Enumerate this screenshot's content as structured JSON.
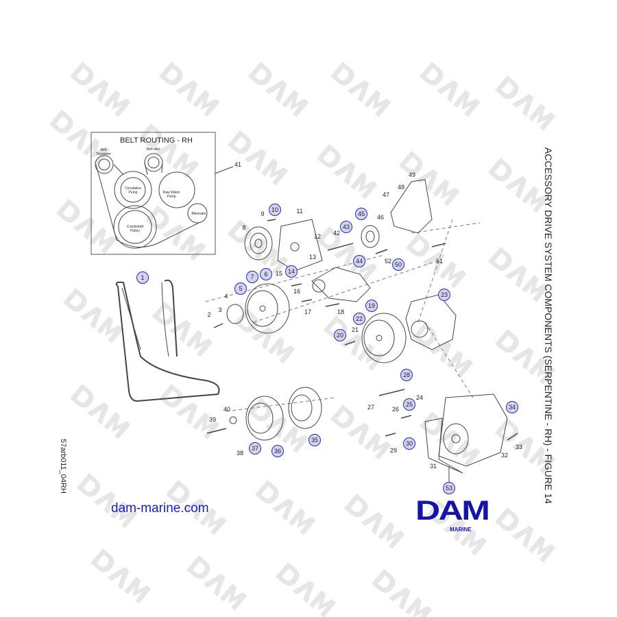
{
  "title": "ACCESSORY DRIVE SYSTEM COMPONENTS (SERPENTINE - RH) - FIGURE 14",
  "drawing_code": "57arb011_04RH",
  "website": "dam-marine.com",
  "logo": {
    "text": "DAM",
    "subtitle": "MARINE",
    "color": "#1414a8"
  },
  "watermark": "DAM",
  "belt_routing": {
    "title": "BELT ROUTING - RH",
    "labels": {
      "tensioner": "Belt Tensioner",
      "idler": "Belt Idler",
      "circulation": "Circulation Pump",
      "raw_water": "Raw Water Pump",
      "alternator": "Alternator",
      "crankshaft": "Crankshaft Pulley"
    }
  },
  "callouts_circled": [
    "1",
    "5",
    "6",
    "7",
    "10",
    "14",
    "19",
    "20",
    "22",
    "23",
    "25",
    "28",
    "30",
    "34",
    "35",
    "36",
    "37",
    "43",
    "44",
    "45",
    "50",
    "53"
  ],
  "callouts_plain": [
    "2",
    "3",
    "4",
    "8",
    "9",
    "11",
    "12",
    "13",
    "15",
    "16",
    "17",
    "18",
    "21",
    "24",
    "26",
    "27",
    "29",
    "31",
    "32",
    "33",
    "38",
    "39",
    "40",
    "41",
    "42",
    "46",
    "47",
    "48",
    "49",
    "51",
    "52"
  ],
  "colors": {
    "callout_border": "#2424c8",
    "callout_fill": "#d4d4ee",
    "brand": "#1414a8"
  }
}
